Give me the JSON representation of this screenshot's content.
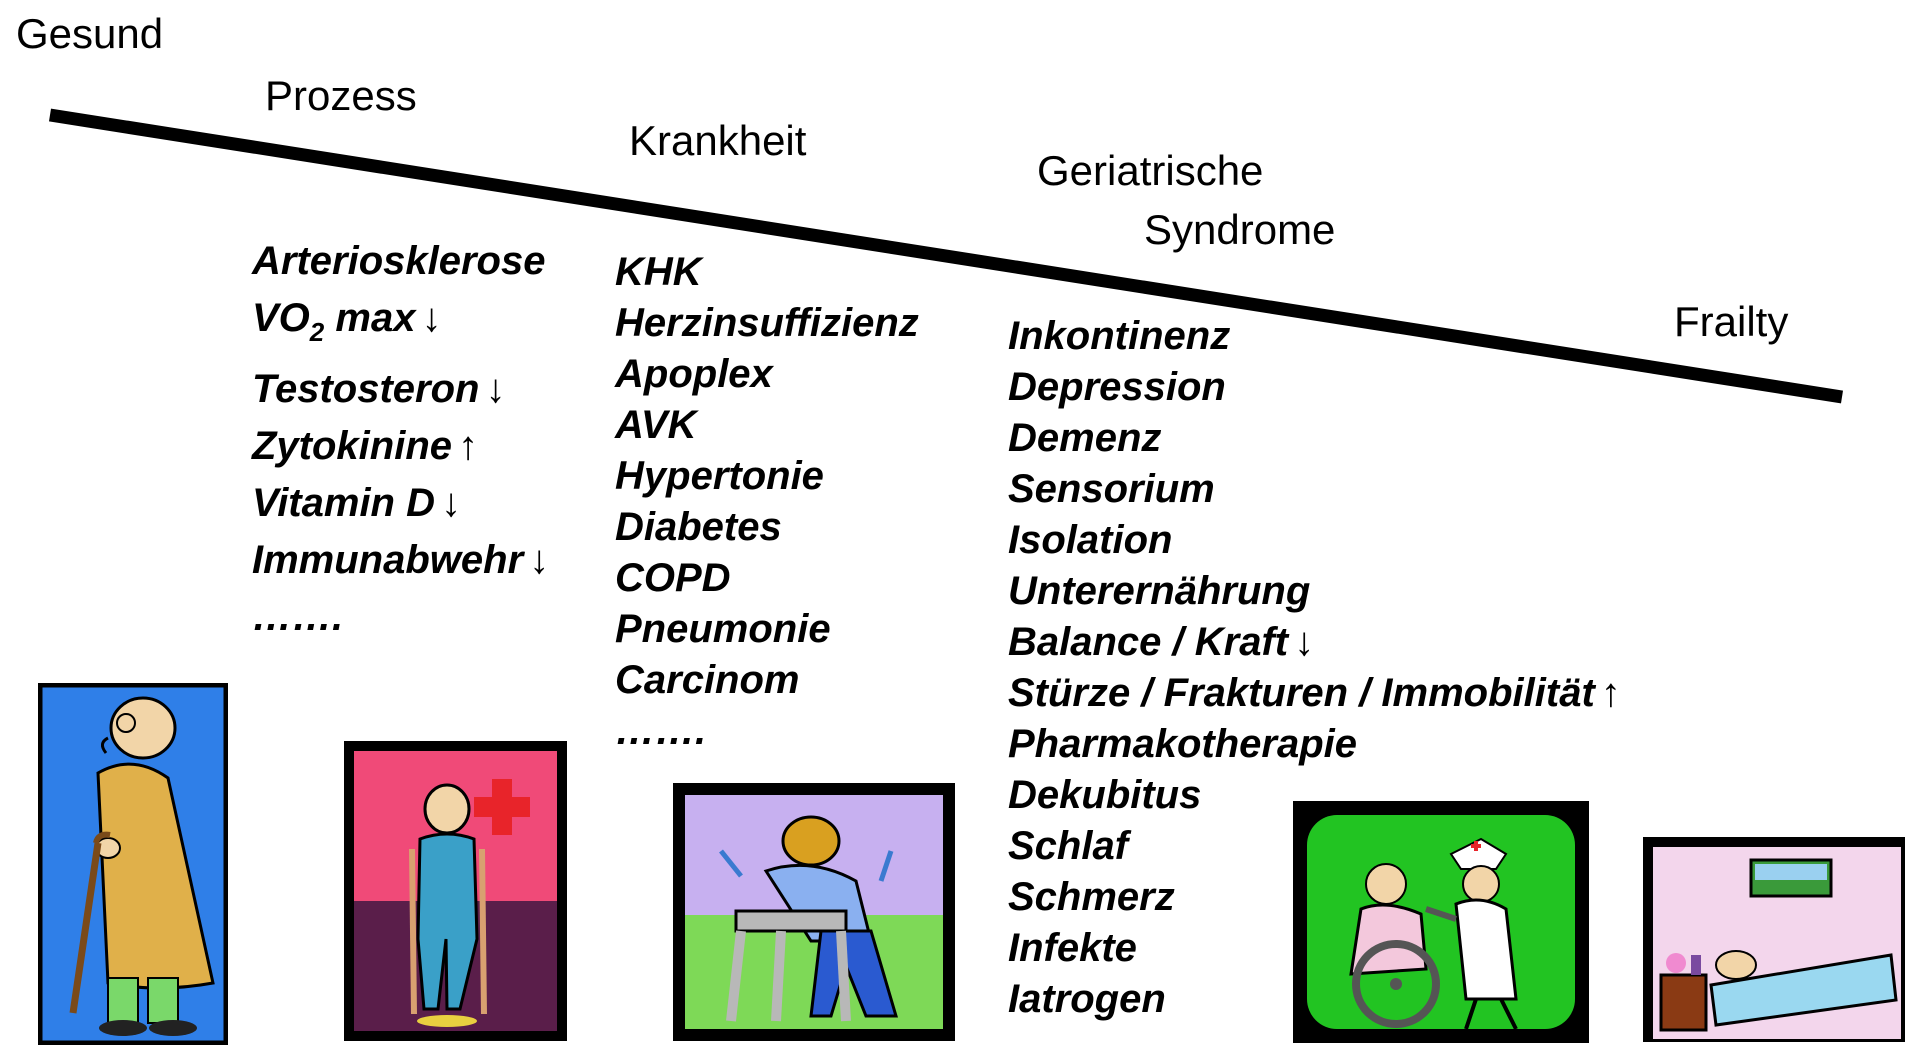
{
  "stages": {
    "gesund": "Gesund",
    "prozess": "Prozess",
    "krankheit": "Krankheit",
    "geriatrische_1": "Geriatrische",
    "geriatrische_2": "Syndrome",
    "frailty": "Frailty"
  },
  "prozess_items": [
    {
      "text": "Arteriosklerose",
      "arrow": ""
    },
    {
      "text_main": "VO",
      "text_sub": "2",
      "text_after": " max",
      "arrow": "↓"
    },
    {
      "text": "Testosteron",
      "arrow": "↓"
    },
    {
      "text": "Zytokinine",
      "arrow": "↑"
    },
    {
      "text": "Vitamin D",
      "arrow": "↓"
    },
    {
      "text": "Immunabwehr",
      "arrow": "↓"
    },
    {
      "text": "…….",
      "arrow": ""
    }
  ],
  "krankheit_items": [
    "KHK",
    "Herzinsuffizienz",
    "Apoplex",
    "AVK",
    "Hypertonie",
    "Diabetes",
    "COPD",
    "Pneumonie",
    "Carcinom",
    "……."
  ],
  "geriatrie_items": [
    {
      "text": "Inkontinenz",
      "arrow": ""
    },
    {
      "text": "Depression",
      "arrow": ""
    },
    {
      "text": "Demenz",
      "arrow": ""
    },
    {
      "text": "Sensorium",
      "arrow": ""
    },
    {
      "text": "Isolation",
      "arrow": ""
    },
    {
      "text": "Unterernährung",
      "arrow": ""
    },
    {
      "text": "Balance / Kraft",
      "arrow": "↓"
    },
    {
      "text": "Stürze / Frakturen / Immobilität",
      "arrow": "↑"
    },
    {
      "text": "Pharmakotherapie",
      "arrow": ""
    },
    {
      "text": "Dekubitus",
      "arrow": ""
    },
    {
      "text": "Schlaf",
      "arrow": ""
    },
    {
      "text": "Schmerz",
      "arrow": ""
    },
    {
      "text": "Infekte",
      "arrow": ""
    },
    {
      "text": "Iatrogen",
      "arrow": ""
    }
  ],
  "colors": {
    "line": "#000000",
    "frame1_bg": "#2f7fe8",
    "frame2_bg": "#f04a78",
    "frame3_bg": "#7ed957",
    "frame4_bg": "#22c422",
    "frame5_bg": "#f3d6ec"
  },
  "icons": [
    "elderly-man-cane-icon",
    "person-crutches-icon",
    "person-walker-icon",
    "nurse-wheelchair-icon",
    "bedridden-patient-icon"
  ]
}
